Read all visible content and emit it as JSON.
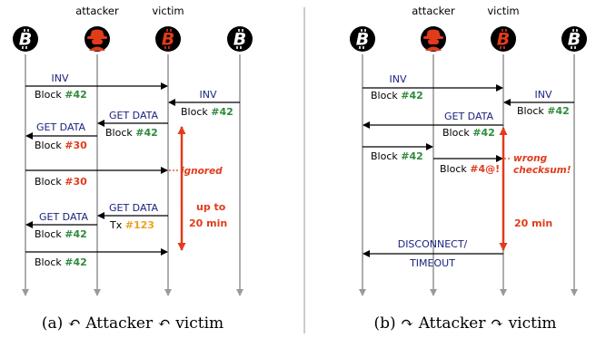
{
  "colors": {
    "black": "#000000",
    "navy": "#1a237e",
    "green": "#2e8b3a",
    "red": "#e23b1a",
    "orange": "#f0a020",
    "lifeline": "#9a9a9a"
  },
  "icons": {
    "node": "bitcoin-icon",
    "attacker": "hacker-icon"
  },
  "panel_a": {
    "header_attacker": "attacker",
    "header_victim": "victim",
    "caption_letter": "(a)",
    "caption_attacker": "Attacker",
    "caption_victim": "victim",
    "caption_arrow": "↶",
    "messages": {
      "inv1": "INV",
      "block42_1_prefix": "Block ",
      "block42_1_num": "#42",
      "inv2": "INV",
      "block42_2_prefix": "Block ",
      "block42_2_num": "#42",
      "getdata1": "GET DATA",
      "block42_3_prefix": "Block ",
      "block42_3_num": "#42",
      "getdata2": "GET DATA",
      "block30_1_prefix": "Block ",
      "block30_1_num": "#30",
      "ignored": "ignored",
      "block30_2_prefix": "Block ",
      "block30_2_num": "#30",
      "getdata3": "GET DATA",
      "tx_prefix": "Tx ",
      "tx_num": "#123",
      "getdata4": "GET DATA",
      "block42_4_prefix": "Block ",
      "block42_4_num": "#42",
      "block42_5_prefix": "Block ",
      "block42_5_num": "#42",
      "upto_line1": "up to",
      "upto_line2": "20 min"
    }
  },
  "panel_b": {
    "header_attacker": "attacker",
    "header_victim": "victim",
    "caption_letter": "(b)",
    "caption_attacker": "Attacker",
    "caption_victim": "victim",
    "caption_arrow": "↷",
    "messages": {
      "inv1": "INV",
      "block42_1_prefix": "Block ",
      "block42_1_num": "#42",
      "inv2": "INV",
      "block42_2_prefix": "Block ",
      "block42_2_num": "#42",
      "getdata1": "GET DATA",
      "block42_3_prefix": "Block ",
      "block42_3_num": "#42",
      "block42_4_prefix": "Block ",
      "block42_4_num": "#42",
      "block_bad_prefix": "Block ",
      "block_bad_num": "#4@!",
      "wrong_line1": "wrong",
      "wrong_line2": "checksum!",
      "twenty_min": "20 min",
      "disconnect": "DISCONNECT/",
      "timeout": "TIMEOUT"
    }
  }
}
